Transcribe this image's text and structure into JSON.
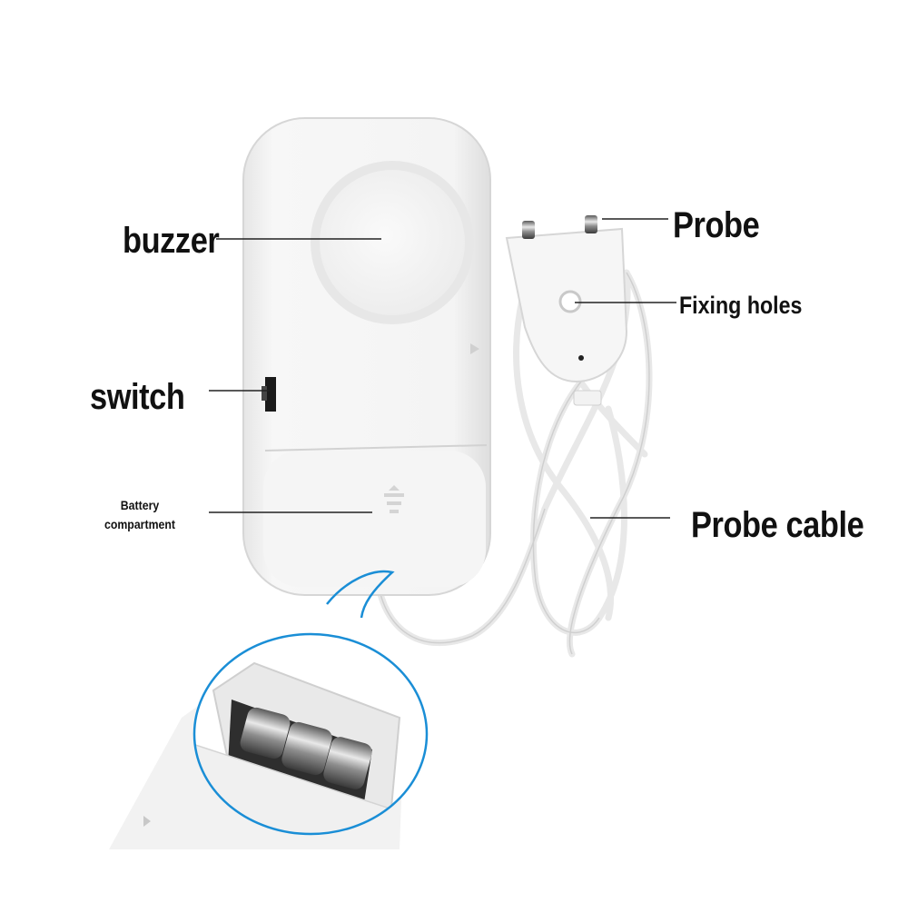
{
  "labels": {
    "buzzer": "buzzer",
    "switch": "switch",
    "battery_line1": "Battery",
    "battery_line2": "compartment",
    "probe": "Probe",
    "fixing_holes": "Fixing holes",
    "probe_cable": "Probe cable"
  },
  "colors": {
    "device_body": "#f4f4f4",
    "device_shadow": "#d9d9d9",
    "magnifier_ring": "#1a8ed6",
    "label_text": "#111111",
    "leader_line": "#222222",
    "battery_metal": "#9a9a9a"
  }
}
